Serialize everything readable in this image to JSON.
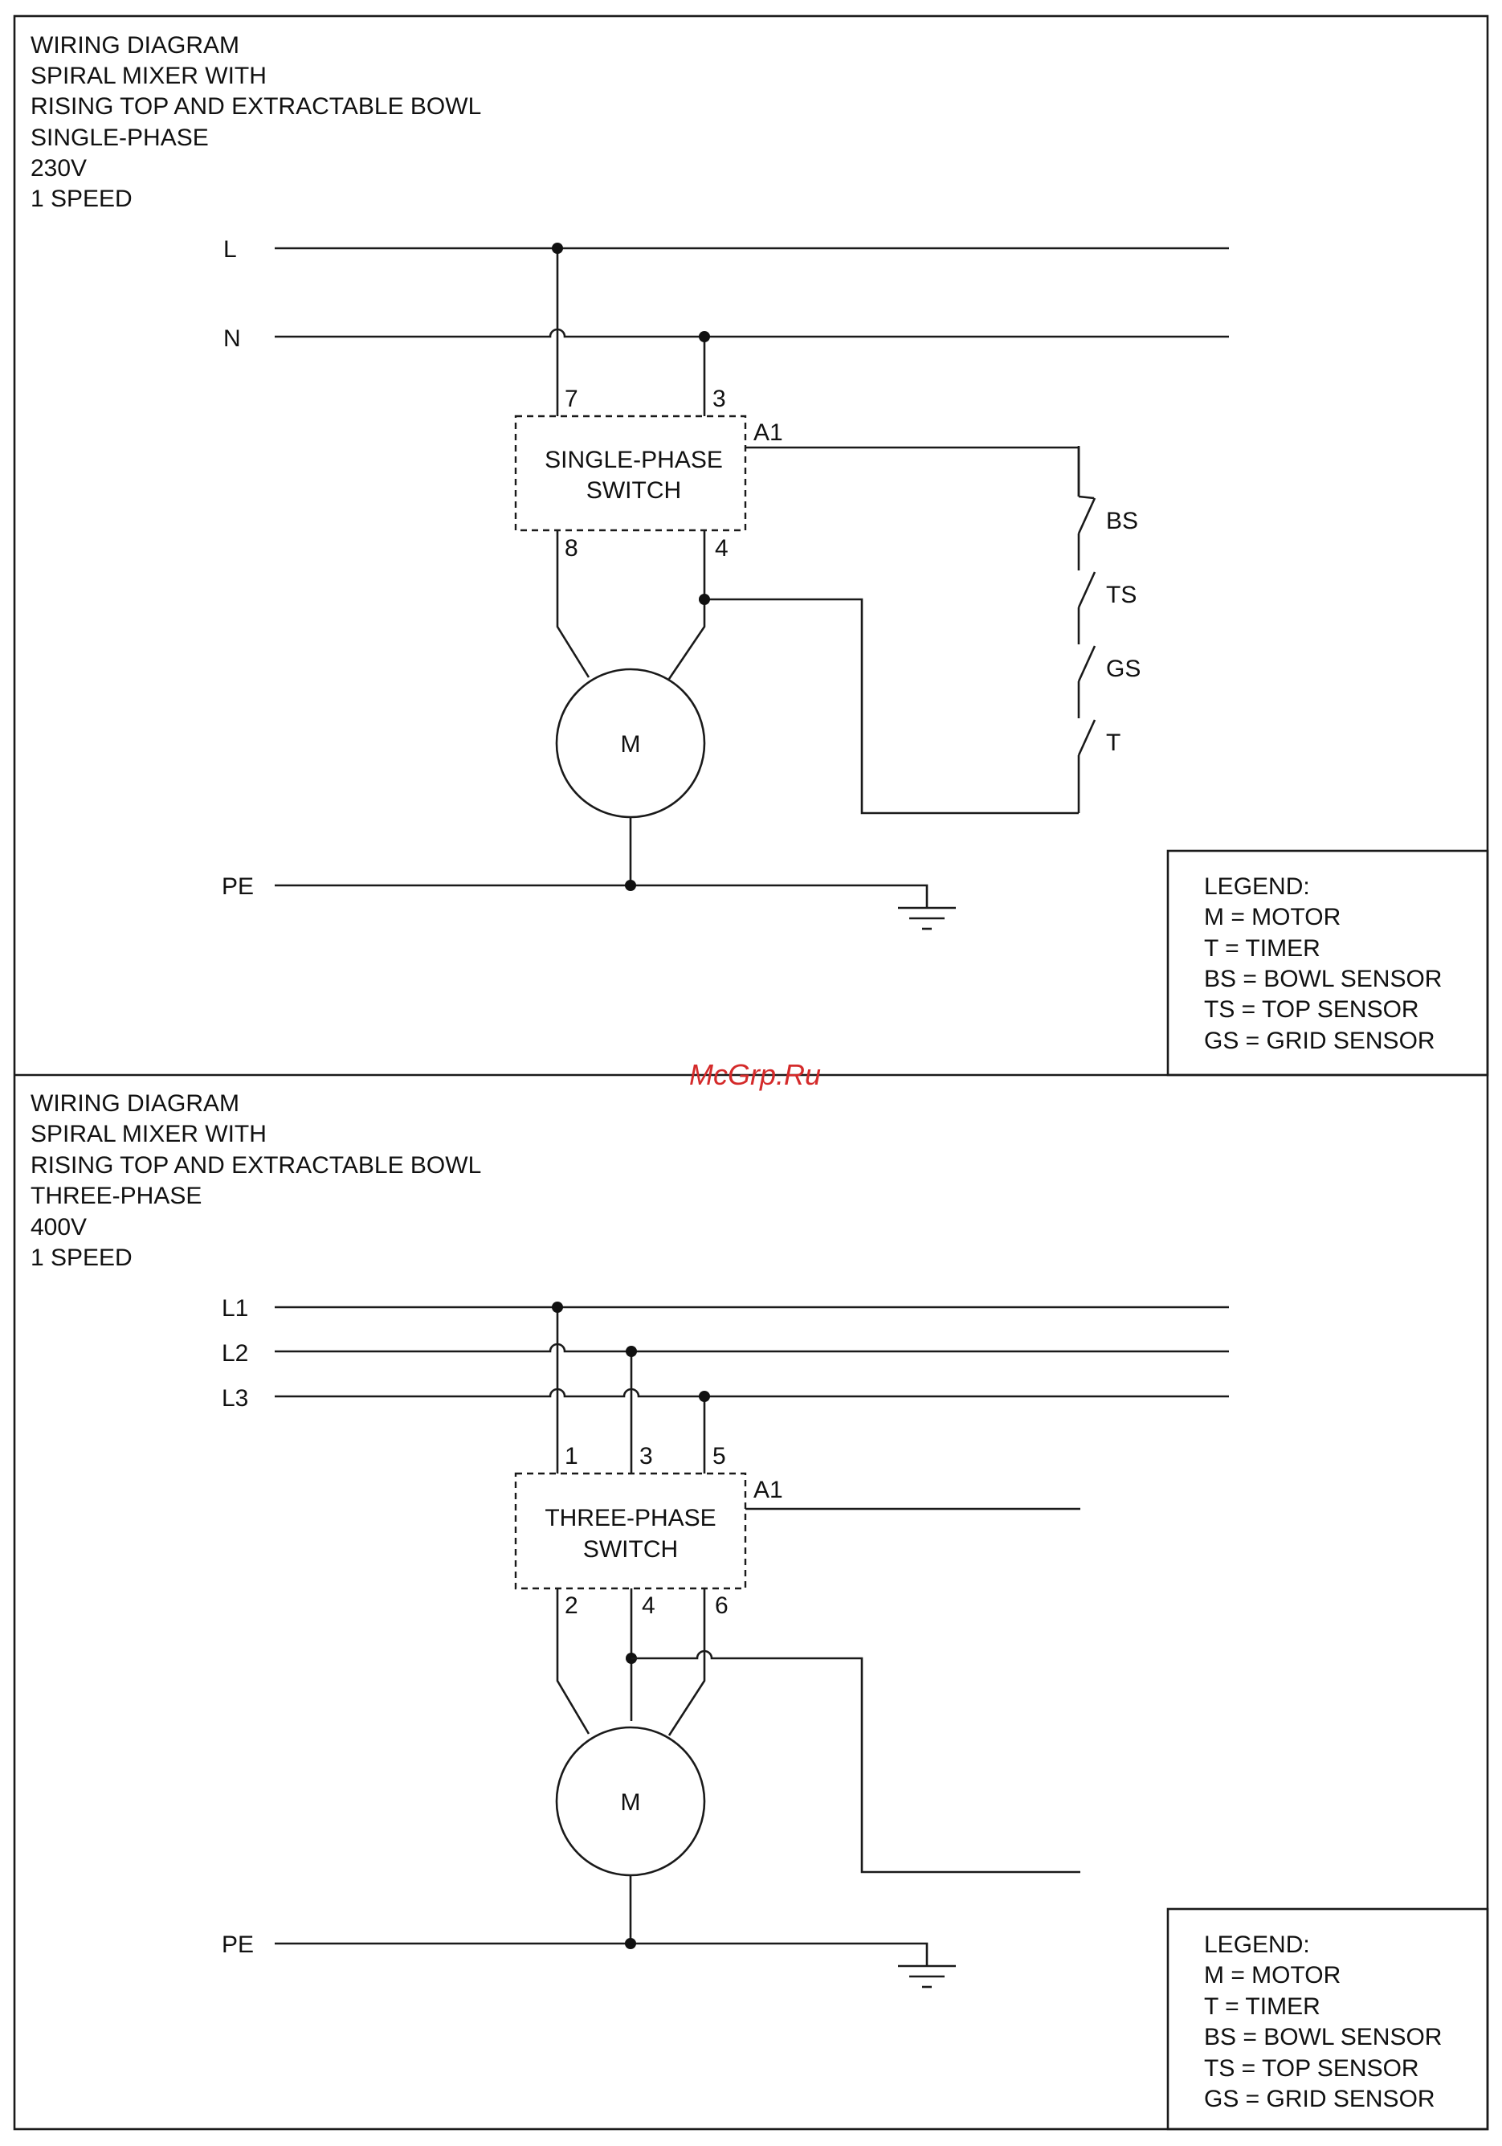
{
  "diagrams": [
    {
      "title": [
        "WIRING DIAGRAM",
        "SPIRAL MIXER WITH",
        "RISING TOP AND EXTRACTABLE BOWL",
        "SINGLE-PHASE",
        "230V",
        "1 SPEED"
      ],
      "lines": [
        "L",
        "N"
      ],
      "ground": "PE",
      "terminals_top": [
        "7",
        "3"
      ],
      "terminals_bottom": [
        "8",
        "4"
      ],
      "control_terminal": "A1",
      "switch_label": [
        "SINGLE-PHASE",
        "SWITCH"
      ],
      "motor": "M",
      "contacts": [
        "BS",
        "TS",
        "GS",
        "T"
      ],
      "legend": [
        "LEGEND:",
        "M = MOTOR",
        "T = TIMER",
        "BS = BOWL SENSOR",
        "TS = TOP SENSOR",
        "GS = GRID SENSOR"
      ]
    },
    {
      "title": [
        "WIRING DIAGRAM",
        "SPIRAL MIXER WITH",
        "RISING TOP AND EXTRACTABLE BOWL",
        "THREE-PHASE",
        "400V",
        "1 SPEED"
      ],
      "lines": [
        "L1",
        "L2",
        "L3"
      ],
      "ground": "PE",
      "terminals_top": [
        "1",
        "3",
        "5"
      ],
      "terminals_bottom": [
        "2",
        "4",
        "6"
      ],
      "control_terminal": "A1",
      "switch_label": [
        "THREE-PHASE",
        "SWITCH"
      ],
      "motor": "M",
      "legend": [
        "LEGEND:",
        "M = MOTOR",
        "T = TIMER",
        "BS = BOWL SENSOR",
        "TS = TOP SENSOR",
        "GS = GRID SENSOR"
      ]
    }
  ],
  "watermark": "McGrp.Ru"
}
